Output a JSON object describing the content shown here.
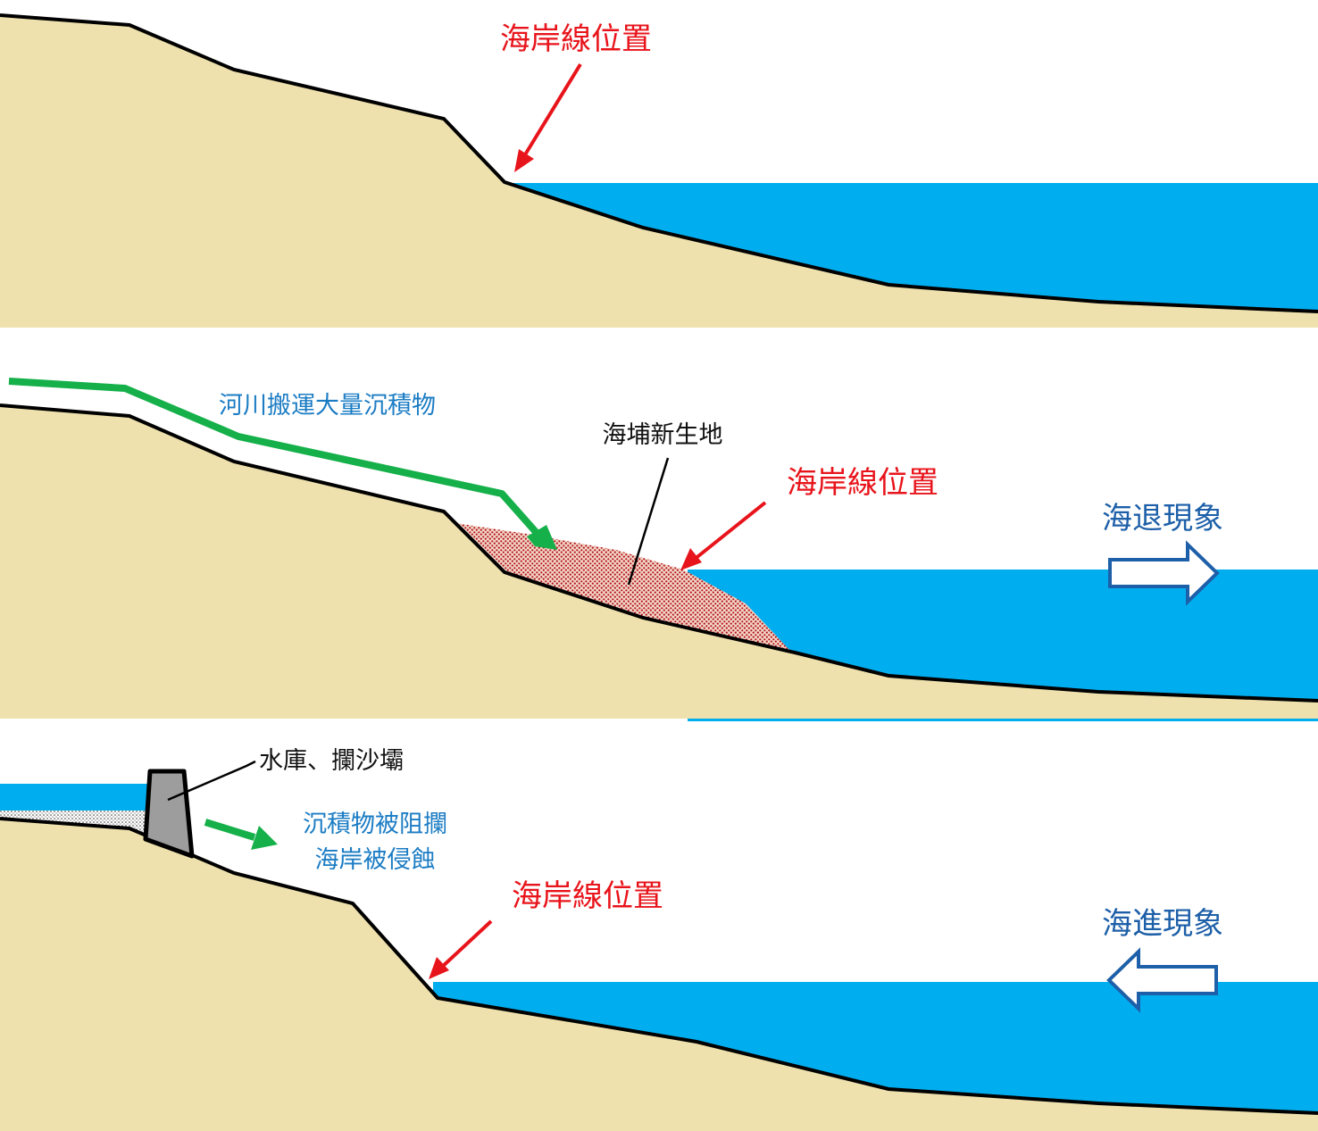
{
  "colors": {
    "sand": "#eee1ad",
    "sea": "#00aeef",
    "outline": "#000000",
    "shoreline_arrow": "#e8141b",
    "sediment_arrow": "#15b04a",
    "label_blue": "#1b7cc4",
    "direction_arrow": "#1d5fa8",
    "reclaimed_land": "#b0121c",
    "dam": "#9d9d9d"
  },
  "panel_top": {
    "shoreline_label": "海岸線位置"
  },
  "panel_middle": {
    "sediment_label": "河川搬運大量沉積物",
    "reclaimed_land_label": "海埔新生地",
    "shoreline_label": "海岸線位置",
    "phenomenon_label": "海退現象",
    "phenomenon_arrow": "right-arrow-icon"
  },
  "panel_bottom": {
    "dam_label": "水庫、攔沙壩",
    "blocked_label_line1": "沉積物被阻攔",
    "blocked_label_line2": "海岸被侵蝕",
    "shoreline_label": "海岸線位置",
    "phenomenon_label": "海進現象",
    "phenomenon_arrow": "left-arrow-icon"
  }
}
